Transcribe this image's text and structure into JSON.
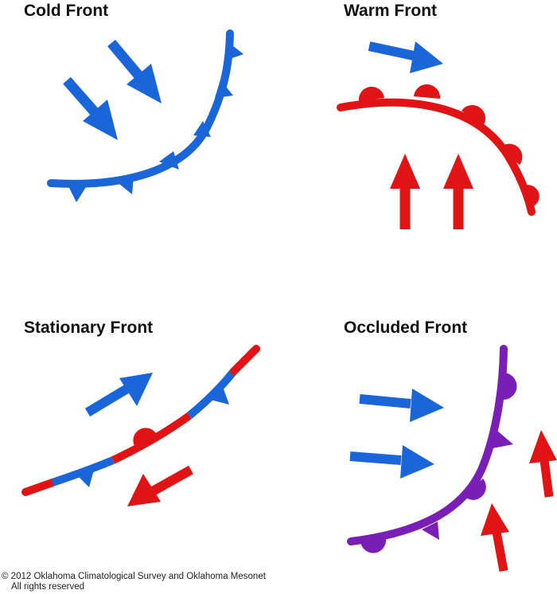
{
  "panels": {
    "cold": {
      "title": "Cold Front",
      "symbol": "triangle-icon",
      "color": "#1a66d9"
    },
    "warm": {
      "title": "Warm Front",
      "symbol": "semicircle-icon",
      "color": "#e01414"
    },
    "stationary": {
      "title": "Stationary Front",
      "symbol": "alternating-icon",
      "colors": [
        "#e01414",
        "#1a66d9"
      ]
    },
    "occluded": {
      "title": "Occluded Front",
      "symbol": "mixed-icon",
      "color": "#7a1fb5"
    }
  },
  "colors": {
    "cold": "#1a66d9",
    "warm": "#e01414",
    "occluded": "#7a1fb5"
  },
  "credit": {
    "line1": "© 2012 Oklahoma Climatological Survey and Oklahoma Mesonet",
    "line2": "All rights reserved"
  }
}
